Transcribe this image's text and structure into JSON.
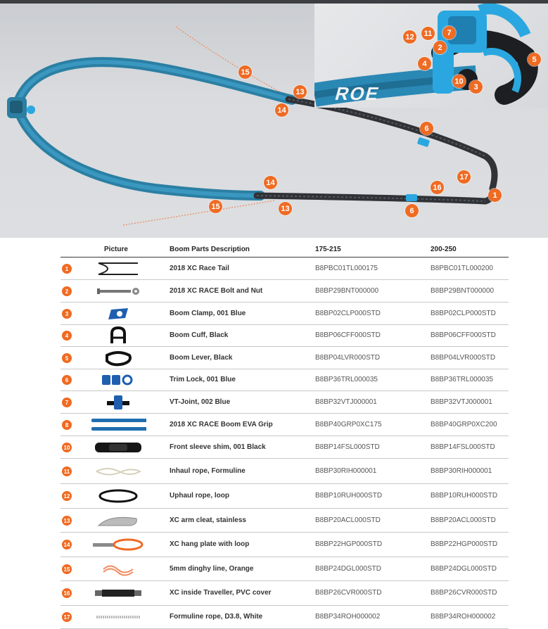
{
  "photo": {
    "inset_text": "ROE",
    "callouts": {
      "c15a": "15",
      "c13a": "13",
      "c14a": "14",
      "c6a": "6",
      "c17": "17",
      "c16": "16",
      "c1": "1",
      "c14b": "14",
      "c15b": "15",
      "c13b": "13",
      "c6b": "6",
      "c12": "12",
      "c11": "11",
      "c7": "7",
      "c2": "2",
      "c4": "4",
      "c5": "5",
      "c10": "10",
      "c3": "3"
    }
  },
  "table": {
    "headers": {
      "picture": "Picture",
      "description": "Boom Parts Description",
      "size1": "175-215",
      "size2": "200-250"
    },
    "rows": [
      {
        "num": "1",
        "desc": "2018 XC Race Tail",
        "c1": "B8PBC01TL000175",
        "c2": "B8PBC01TL000200",
        "icon": "race-tail-icon"
      },
      {
        "num": "2",
        "desc": "2018 XC RACE Bolt and Nut",
        "c1": "B8BP29BNT000000",
        "c2": "B8BP29BNT000000",
        "icon": "bolt-nut-icon"
      },
      {
        "num": "3",
        "desc": "Boom Clamp, 001 Blue",
        "c1": "B8BP02CLP000STD",
        "c2": "B8BP02CLP000STD",
        "icon": "boom-clamp-icon"
      },
      {
        "num": "4",
        "desc": "Boom Cuff, Black",
        "c1": "B8BP06CFF000STD",
        "c2": "B8BP06CFF000STD",
        "icon": "boom-cuff-icon"
      },
      {
        "num": "5",
        "desc": "Boom Lever, Black",
        "c1": "B8BP04LVR000STD",
        "c2": "B8BP04LVR000STD",
        "icon": "boom-lever-icon"
      },
      {
        "num": "6",
        "desc": "Trim Lock, 001 Blue",
        "c1": "B8BP36TRL000035",
        "c2": "B8BP36TRL000035",
        "icon": "trim-lock-icon"
      },
      {
        "num": "7",
        "desc": "VT-Joint, 002 Blue",
        "c1": "B8BP32VTJ000001",
        "c2": "B8BP32VTJ000001",
        "icon": "vt-joint-icon"
      },
      {
        "num": "8",
        "desc": "2018 XC RACE Boom EVA Grip",
        "c1": "B8BP40GRP0XC175",
        "c2": "B8BP40GRP0XC200",
        "icon": "eva-grip-icon"
      },
      {
        "num": "10",
        "desc": "Front sleeve shim, 001 Black",
        "c1": "B8BP14FSL000STD",
        "c2": "B8BP14FSL000STD",
        "icon": "sleeve-shim-icon"
      },
      {
        "num": "11",
        "desc": "Inhaul rope, Formuline",
        "c1": "B8BP30RIH000001",
        "c2": "B8BP30RIH000001",
        "icon": "inhaul-rope-icon"
      },
      {
        "num": "12",
        "desc": "Uphaul rope, loop",
        "c1": "B8BP10RUH000STD",
        "c2": "B8BP10RUH000STD",
        "icon": "uphaul-rope-icon"
      },
      {
        "num": "13",
        "desc": "XC arm cleat, stainless",
        "c1": "B8BP20ACL000STD",
        "c2": "B8BP20ACL000STD",
        "icon": "arm-cleat-icon"
      },
      {
        "num": "14",
        "desc": "XC hang plate with loop",
        "c1": "B8BP22HGP000STD",
        "c2": "B8BP22HGP000STD",
        "icon": "hang-plate-icon"
      },
      {
        "num": "15",
        "desc": "5mm dinghy line, Orange",
        "c1": "B8BP24DGL000STD",
        "c2": "B8BP24DGL000STD",
        "icon": "dinghy-line-icon"
      },
      {
        "num": "16",
        "desc": "XC inside Traveller, PVC cover",
        "c1": "B8BP26CVR000STD",
        "c2": "B8BP26CVR000STD",
        "icon": "traveller-icon"
      },
      {
        "num": "17",
        "desc": "Formuline rope, D3.8, White",
        "c1": "B8BP34ROH000002",
        "c2": "B8BP34ROH000002",
        "icon": "formuline-rope-icon"
      }
    ]
  }
}
